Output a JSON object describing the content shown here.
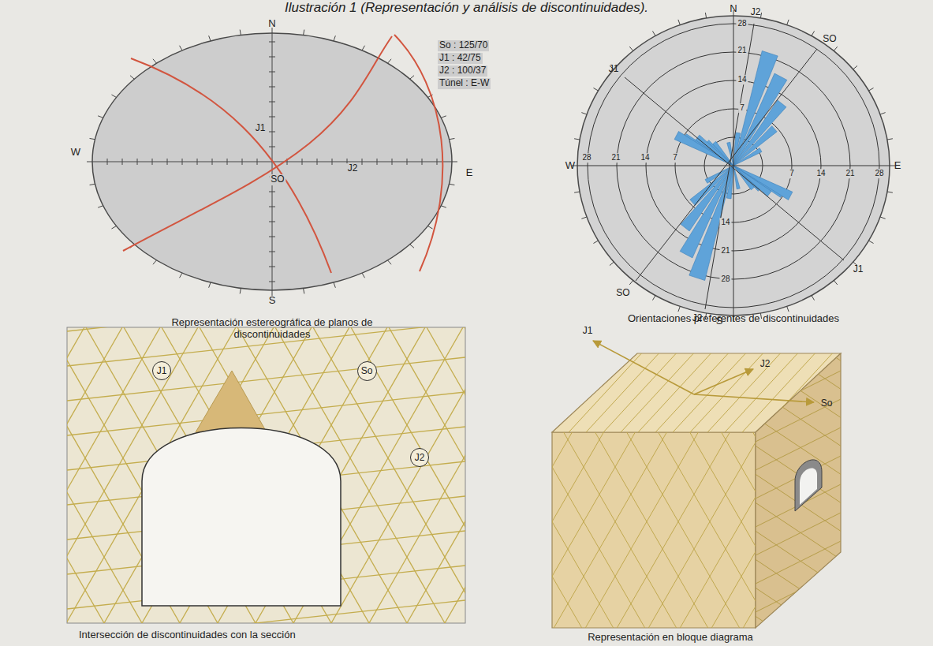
{
  "diagram": {
    "title": "Ilustración 1 (Representación y análisis de discontinuidades).",
    "nodes": [
      {
        "text": [
          "J1"
        ]
      },
      {
        "text": [
          "So"
        ]
      },
      {
        "text": [
          "J2"
        ]
      }
    ],
    "labels": [
      "N",
      "S",
      "W",
      "E",
      "So : 125/70",
      "J1 : 42/75",
      "J2 : 100/37",
      "Túnel : E-W",
      "J1",
      "SO",
      "J2",
      "Representación estereográfica de planos de discontinuidades",
      "N",
      "J2",
      "SO",
      "J1",
      "W",
      "E",
      "SO",
      "J2",
      "S",
      "J1",
      "28",
      "21",
      "14",
      "7",
      "14",
      "21",
      "28",
      "28",
      "21",
      "14",
      "7",
      "7",
      "14",
      "21",
      "28",
      "Orientaciones preferentes de discontinuidades",
      "Intersección de discontinuidades con la sección",
      "J1",
      "J2",
      "So",
      "Representación en bloque diagrama"
    ]
  }
}
